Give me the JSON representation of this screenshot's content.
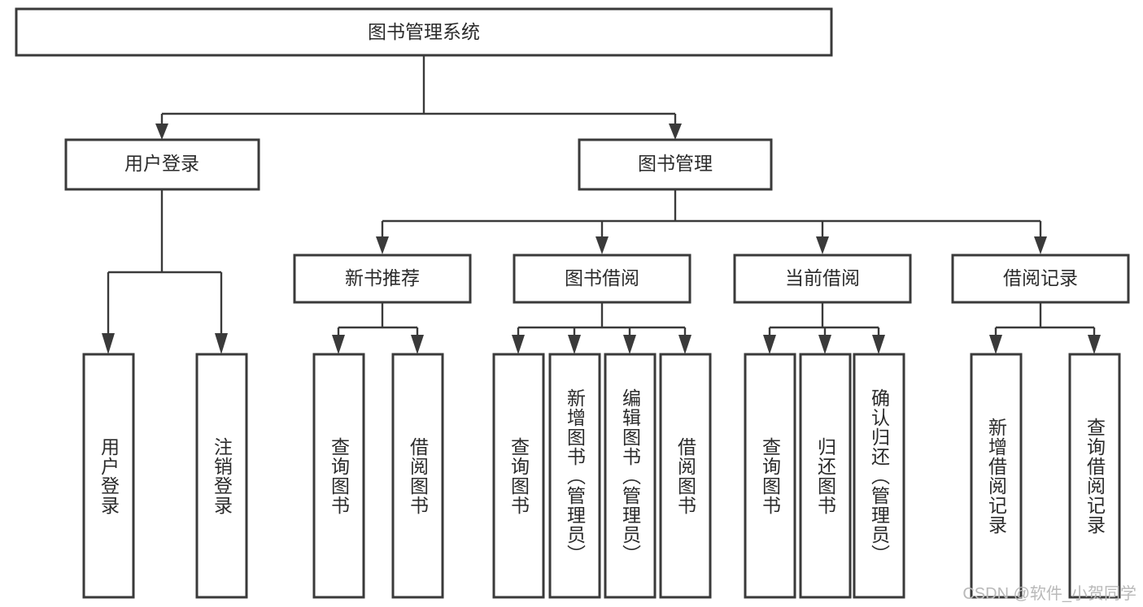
{
  "diagram": {
    "title": "图书管理系统",
    "type": "tree",
    "root": {
      "id": "root",
      "label": "图书管理系统"
    },
    "level2": [
      {
        "id": "user-login",
        "label": "用户登录"
      },
      {
        "id": "book-manage",
        "label": "图书管理"
      }
    ],
    "level3": [
      {
        "id": "new-book-rec",
        "label": "新书推荐",
        "parent": "book-manage"
      },
      {
        "id": "book-borrow",
        "label": "图书借阅",
        "parent": "book-manage"
      },
      {
        "id": "current-borrow",
        "label": "当前借阅",
        "parent": "book-manage"
      },
      {
        "id": "borrow-record",
        "label": "借阅记录",
        "parent": "book-manage"
      }
    ],
    "leaves": [
      {
        "id": "leaf-user-login",
        "label": "用户登录",
        "parent": "user-login"
      },
      {
        "id": "leaf-logout",
        "label": "注销登录",
        "parent": "user-login"
      },
      {
        "id": "leaf-query-book-1",
        "label": "查询图书",
        "parent": "new-book-rec"
      },
      {
        "id": "leaf-borrow-book-1",
        "label": "借阅图书",
        "parent": "new-book-rec"
      },
      {
        "id": "leaf-query-book-2",
        "label": "查询图书",
        "parent": "book-borrow"
      },
      {
        "id": "leaf-add-book",
        "label": "新增图书（管理员）",
        "parent": "book-borrow"
      },
      {
        "id": "leaf-edit-book",
        "label": "编辑图书（管理员）",
        "parent": "book-borrow"
      },
      {
        "id": "leaf-borrow-book-2",
        "label": "借阅图书",
        "parent": "book-borrow"
      },
      {
        "id": "leaf-query-book-3",
        "label": "查询图书",
        "parent": "current-borrow"
      },
      {
        "id": "leaf-return-book",
        "label": "归还图书",
        "parent": "current-borrow"
      },
      {
        "id": "leaf-confirm-return",
        "label": "确认归还（管理员）",
        "parent": "current-borrow"
      },
      {
        "id": "leaf-add-record",
        "label": "新增借阅记录",
        "parent": "borrow-record"
      },
      {
        "id": "leaf-query-record",
        "label": "查询借阅记录",
        "parent": "borrow-record"
      }
    ],
    "colors": {
      "stroke": "#3a3a3a",
      "fill": "#ffffff",
      "text": "#2b2b2b",
      "watermark": "#b9b9b9"
    }
  },
  "watermark": {
    "text": "CSDN @软件_小贺同学"
  }
}
